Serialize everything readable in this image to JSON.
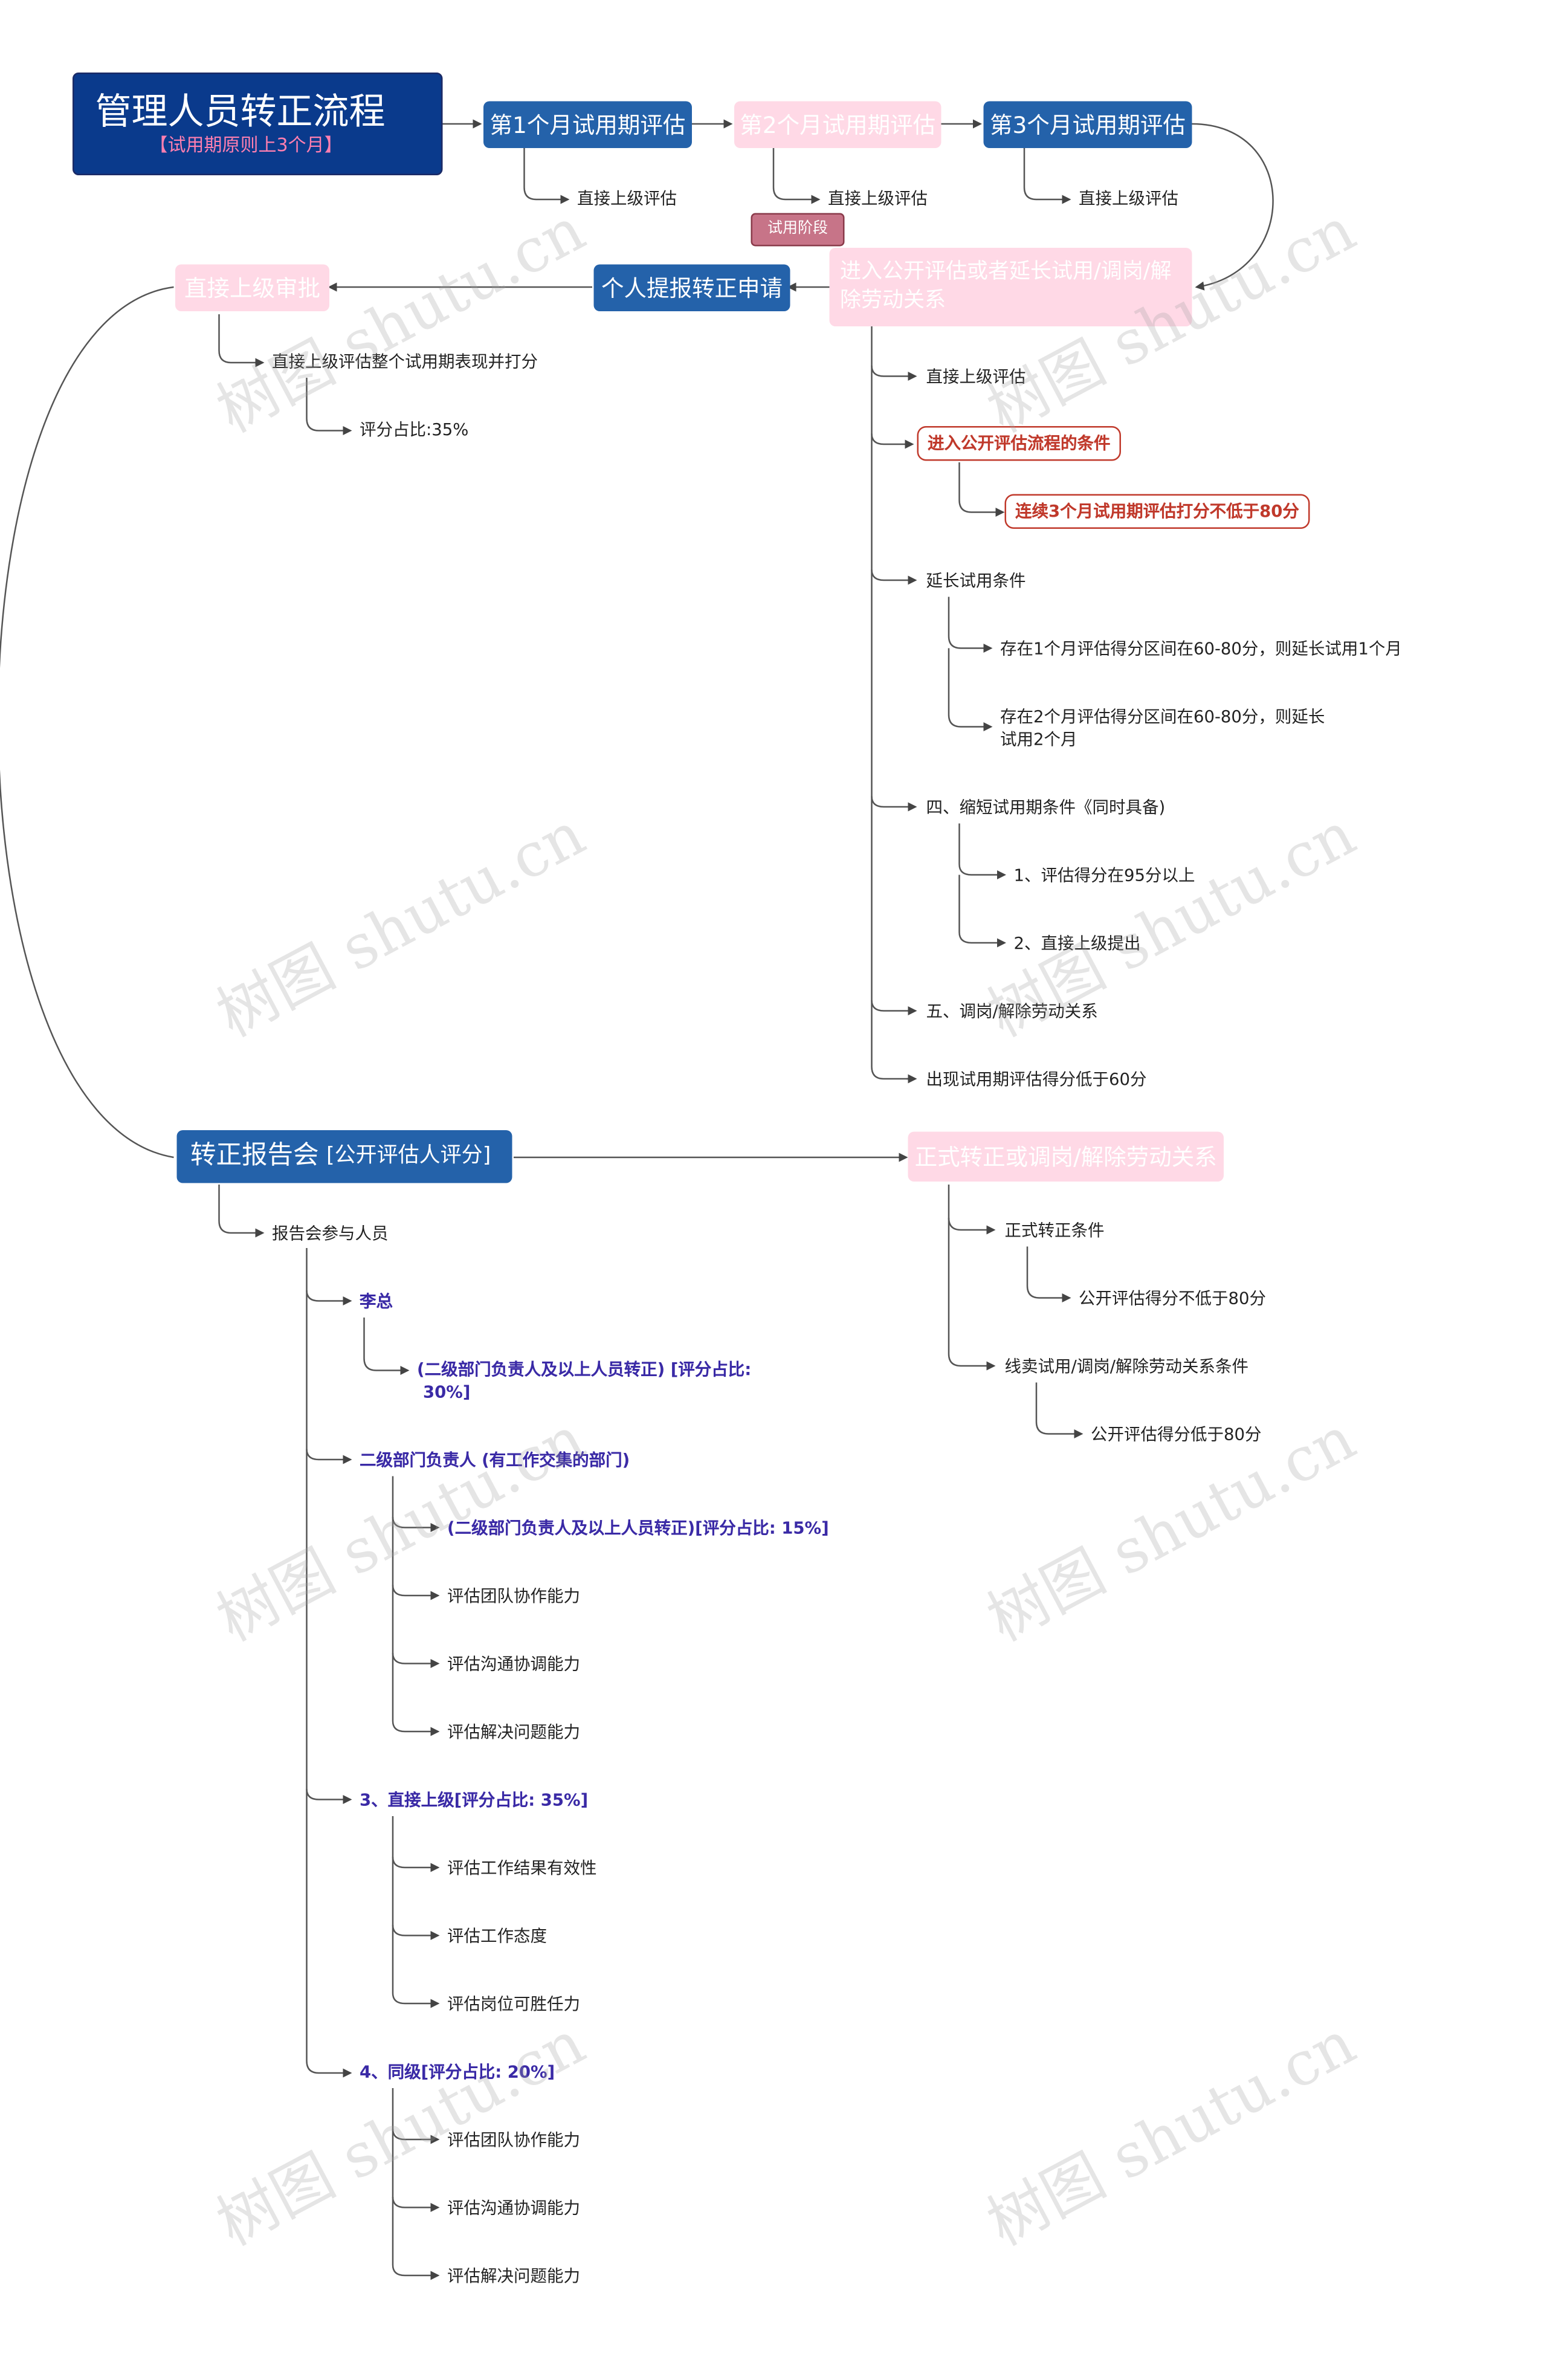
{
  "root": {
    "title": "管理人员转正流程",
    "subtitle": "【试用期原则上3个月】"
  },
  "months": {
    "m1": "第1个月试用期评估",
    "m2": "第2个月试用期评估",
    "m3": "第3个月试用期评估",
    "leaf": "直接上级评估",
    "tag": "试用阶段"
  },
  "public": {
    "title": "进入公开评估或者延长试用/调岗/解除劳动关系",
    "direct": "直接上级评估",
    "cond": "进入公开评估流程的条件",
    "cond_detail": "连续3个月试用期评估打分不低于80分",
    "extend": "延长试用条件",
    "extend1": "存在1个月评估得分区间在60-80分，则延长试用1个月",
    "extend2a": "存在2个月评估得分区间在60-80分，则延长",
    "extend2b": "试用2个月",
    "shorten": "四、缩短试用期条件《同时具备)",
    "shorten1": "1、评估得分在95分以上",
    "shorten2": "2、直接上级提出",
    "transfer": "五、调岗/解除劳动关系",
    "low": "出现试用期评估得分低于60分"
  },
  "apply": "个人提报转正申请",
  "approve": {
    "title": "直接上级审批",
    "desc": "直接上级评估整个试用期表现并打分",
    "ratio": "评分占比:35%"
  },
  "report": {
    "title": "转正报告会",
    "title_note": "[公开评估人评分]",
    "participants": "报告会参与人员",
    "li": "李总",
    "li_note_a": "(二级部门负责人及以上人员转正) [评分占比:",
    "li_note_b": "30%]",
    "dept": "二级部门负责人 (有工作交集的部门)",
    "dept_note": "(二级部门负责人及以上人员转正)[评分占比: 15%]",
    "dept1": "评估团队协作能力",
    "dept2": "评估沟通协调能力",
    "dept3": "评估解决问题能力",
    "boss": "3、直接上级[评分占比: 35%]",
    "boss1": "评估工作结果有效性",
    "boss2": "评估工作态度",
    "boss3": "评估岗位可胜任力",
    "peer": "4、同级[评分占比: 20%]",
    "peer1": "评估团队协作能力",
    "peer2": "评估沟通协调能力",
    "peer3": "评估解决问题能力"
  },
  "final": {
    "title": "正式转正或调岗/解除劳动关系",
    "formal": "正式转正条件",
    "formal1": "公开评估得分不低于80分",
    "cont": "线卖试用/调岗/解除劳动关系条件",
    "cont1": "公开评估得分低于80分"
  },
  "watermark": "树图 shutu.cn",
  "colors": {
    "blue": "#2462aa",
    "navy": "#0a3a8c",
    "pink": "#ffd9e6",
    "purple": "#3a2aa6",
    "red": "#c0392b"
  }
}
